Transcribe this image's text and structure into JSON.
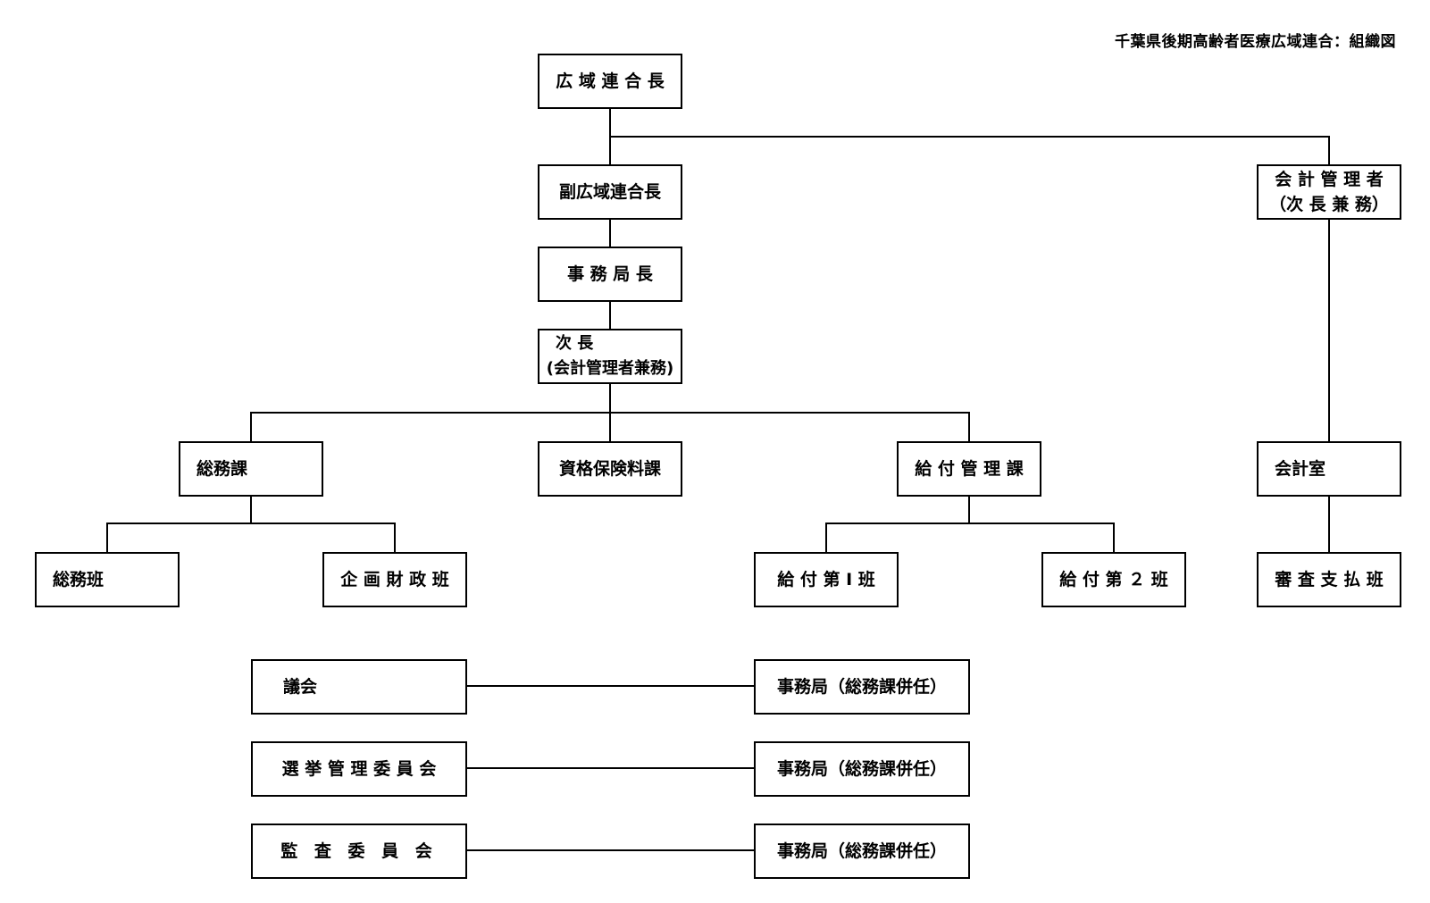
{
  "title": "千葉県後期高齢者医療広域連合：組織図",
  "nodes": {
    "head": {
      "lines": [
        "広 域 連 合 長"
      ]
    },
    "vice_head": {
      "lines": [
        "副広域連合長"
      ]
    },
    "secretariat_director": {
      "lines": [
        "事 務 局 長"
      ]
    },
    "deputy_director": {
      "lines": [
        "次長",
        "(会計管理者兼務)"
      ]
    },
    "accounting_manager": {
      "lines": [
        "会 計 管 理 者",
        "（次 長 兼 務）"
      ]
    },
    "general_affairs_division": {
      "lines": [
        "総務課"
      ]
    },
    "eligibility_premium_division": {
      "lines": [
        "資格保険料課"
      ]
    },
    "benefits_management_division": {
      "lines": [
        "給 付 管 理 課"
      ]
    },
    "accounting_office": {
      "lines": [
        "会計室"
      ]
    },
    "general_affairs_team": {
      "lines": [
        "総務班"
      ]
    },
    "planning_finance_team": {
      "lines": [
        "企 画 財 政 班"
      ]
    },
    "benefits_team_1": {
      "lines": [
        "給 付 第 Ⅰ 班"
      ]
    },
    "benefits_team_2": {
      "lines": [
        "給 付 第 ２ 班"
      ]
    },
    "audit_payment_team": {
      "lines": [
        "審 査 支 払 班"
      ]
    },
    "assembly": {
      "lines": [
        "議会"
      ]
    },
    "assembly_secretariat": {
      "lines": [
        "事務局（総務課併任）"
      ]
    },
    "election_committee": {
      "lines": [
        "選 挙 管 理 委 員 会"
      ]
    },
    "election_secretariat": {
      "lines": [
        "事務局（総務課併任）"
      ]
    },
    "audit_committee": {
      "lines": [
        "監 査 委 員 会"
      ]
    },
    "audit_secretariat": {
      "lines": [
        "事務局（総務課併任）"
      ]
    }
  }
}
